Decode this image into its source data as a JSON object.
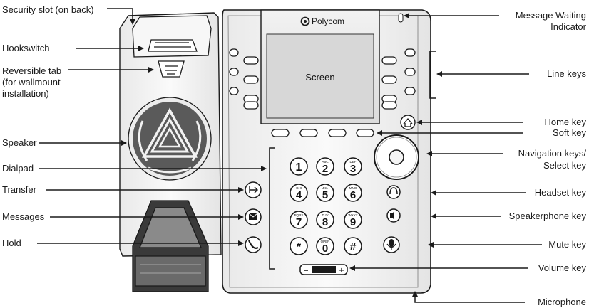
{
  "brand": "Polycom",
  "screen_label": "Screen",
  "labels": {
    "security_slot": "Security slot (on back)",
    "hookswitch": "Hookswitch",
    "reversible_tab": [
      "Reversible tab",
      "(for wallmount",
      "installation)"
    ],
    "speaker": "Speaker",
    "dialpad": "Dialpad",
    "transfer": "Transfer",
    "messages": "Messages",
    "hold": "Hold",
    "message_waiting": [
      "Message Waiting",
      "Indicator"
    ],
    "line_keys": "Line keys",
    "home_key": "Home key",
    "soft_key": "Soft key",
    "navigation": [
      "Navigation keys/",
      "Select key"
    ],
    "headset_key": "Headset key",
    "speakerphone_key": "Speakerphone key",
    "mute_key": "Mute key",
    "volume_key": "Volume key",
    "microphone": "Microphone"
  },
  "dialpad_keys": [
    {
      "digit": "1",
      "letters": ""
    },
    {
      "digit": "2",
      "letters": "ABC"
    },
    {
      "digit": "3",
      "letters": "DEF"
    },
    {
      "digit": "4",
      "letters": "GHI"
    },
    {
      "digit": "5",
      "letters": "JKL"
    },
    {
      "digit": "6",
      "letters": "MNO"
    },
    {
      "digit": "7",
      "letters": "PQRS"
    },
    {
      "digit": "8",
      "letters": "TUV"
    },
    {
      "digit": "9",
      "letters": "WXYZ"
    },
    {
      "digit": "*",
      "letters": ""
    },
    {
      "digit": "0",
      "letters": "OPER"
    },
    {
      "digit": "#",
      "letters": ""
    }
  ],
  "volume": {
    "minus": "−",
    "plus": "+"
  },
  "colors": {
    "line": "#1a1a1a",
    "body": "#f4f4f4",
    "screen": "#e6e6e6"
  }
}
